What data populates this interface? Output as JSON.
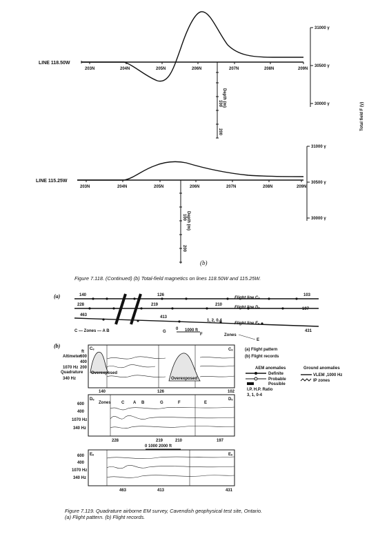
{
  "fig118": {
    "profiles": [
      {
        "line_label": "LINE 118.50W",
        "stations": [
          "203N",
          "204N",
          "205N",
          "206N",
          "207N",
          "208N",
          "209N"
        ],
        "field_ticks": [
          "31000 γ",
          "30500 γ",
          "30000 γ"
        ],
        "depth_label": "Depth (m)",
        "depth_ticks": [
          "100",
          "200"
        ]
      },
      {
        "line_label": "LINE 115.25W",
        "stations": [
          "203N",
          "204N",
          "205N",
          "206N",
          "207N",
          "208N",
          "209N"
        ],
        "field_ticks": [
          "31000 γ",
          "30500 γ",
          "30000 γ"
        ],
        "depth_label": "Depth (m)",
        "depth_ticks": [
          "100",
          "200"
        ]
      }
    ],
    "field_axis_label": "Total field F (γ)",
    "panel_letter": "(b)",
    "caption": "Figure 7.118.  (Continued) (b) Total-field magnetics on lines 118.50W and 115.25W."
  },
  "fig119": {
    "panel_a": {
      "letter": "(a)",
      "flight_lines": [
        "Flight line Cₑ",
        "Flight line Dₑ",
        "Flight line Eₑ"
      ],
      "fiducials": [
        "140",
        "126",
        "103",
        "228",
        "219",
        "210",
        "197",
        "463",
        "413",
        "431"
      ],
      "anomaly_ids": "1, 2, 0.4",
      "zones_label": "C — Zones — A   B",
      "zone_g": "G",
      "zone_f": "F",
      "zone_e": "E",
      "zones_short": "Zones",
      "scale_label": "1000 ft",
      "scale_zero": "0"
    },
    "panel_b": {
      "letter": "(b)",
      "ft_label": "ft",
      "altimeter_label": "Altimeter",
      "inphase_label": "1070 Hz",
      "quadrature_label": "Quadrature",
      "hz340_label": "340 Hz",
      "overexposed": [
        "Overexposed",
        "Overexposed"
      ],
      "alt_ticks": [
        "600",
        "400",
        "200"
      ],
      "records": [
        {
          "name": "Cₑ",
          "fids": [
            "140",
            "126",
            "102"
          ]
        },
        {
          "name": "Dₑ",
          "fids": [
            "228",
            "219",
            "210",
            "197"
          ]
        },
        {
          "name": "Eₑ",
          "fids": [
            "463",
            "413",
            "431"
          ]
        }
      ],
      "zones_row": [
        "Zones",
        "C",
        "A",
        "B",
        "G",
        "F",
        "E"
      ],
      "scale_label": "0   1000   2000 ft",
      "legend": {
        "items": [
          "(a) Flight pattern",
          "(b) Flight records"
        ],
        "aem_title": "AEM anomalies",
        "aem_items": [
          "Definite",
          "Probable",
          "Possible"
        ],
        "ratio_row": "I.P.   H.P.   Ratio",
        "ratio_vals": "3,     1,     0-4",
        "ground_title": "Ground anomalies",
        "ground_items": [
          "VLEM ,1000 Hz",
          "IP zones"
        ]
      }
    },
    "caption_line1": "Figure 7.119.  Quadrature airborne EM survey, Cavendish geophysical test site, Ontario.",
    "caption_line2": "(a) Flight pattern. (b) Flight records."
  }
}
